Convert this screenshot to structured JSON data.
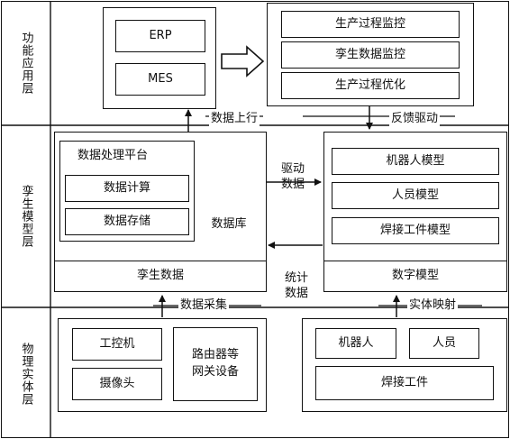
{
  "layers": {
    "function": "功能应用层",
    "twin": "孪生模型层",
    "physical": "物理实体层"
  },
  "function_layer": {
    "system_items": [
      "ERP",
      "MES"
    ],
    "app_items": [
      "生产过程监控",
      "孪生数据监控",
      "生产过程优化"
    ]
  },
  "twin_layer": {
    "platform_title": "数据处理平台",
    "platform_items": [
      "数据计算",
      "数据存储"
    ],
    "database": "数据库",
    "twin_data": "孪生数据",
    "model_items": [
      "机器人模型",
      "人员模型",
      "焊接工件模型"
    ],
    "digital_model": "数字模型"
  },
  "physical_layer": {
    "left_items": [
      "工控机",
      "摄像头"
    ],
    "router": "路由器等\n网关设备",
    "right_items": [
      "机器人",
      "人员"
    ],
    "workpiece": "焊接工件"
  },
  "flows": {
    "data_up": "数据上行",
    "feedback": "反馈驱动",
    "drive_data": "驱动\n数据",
    "stat_data": "统计\n数据",
    "data_collect": "数据采集",
    "entity_map": "实体映射"
  }
}
